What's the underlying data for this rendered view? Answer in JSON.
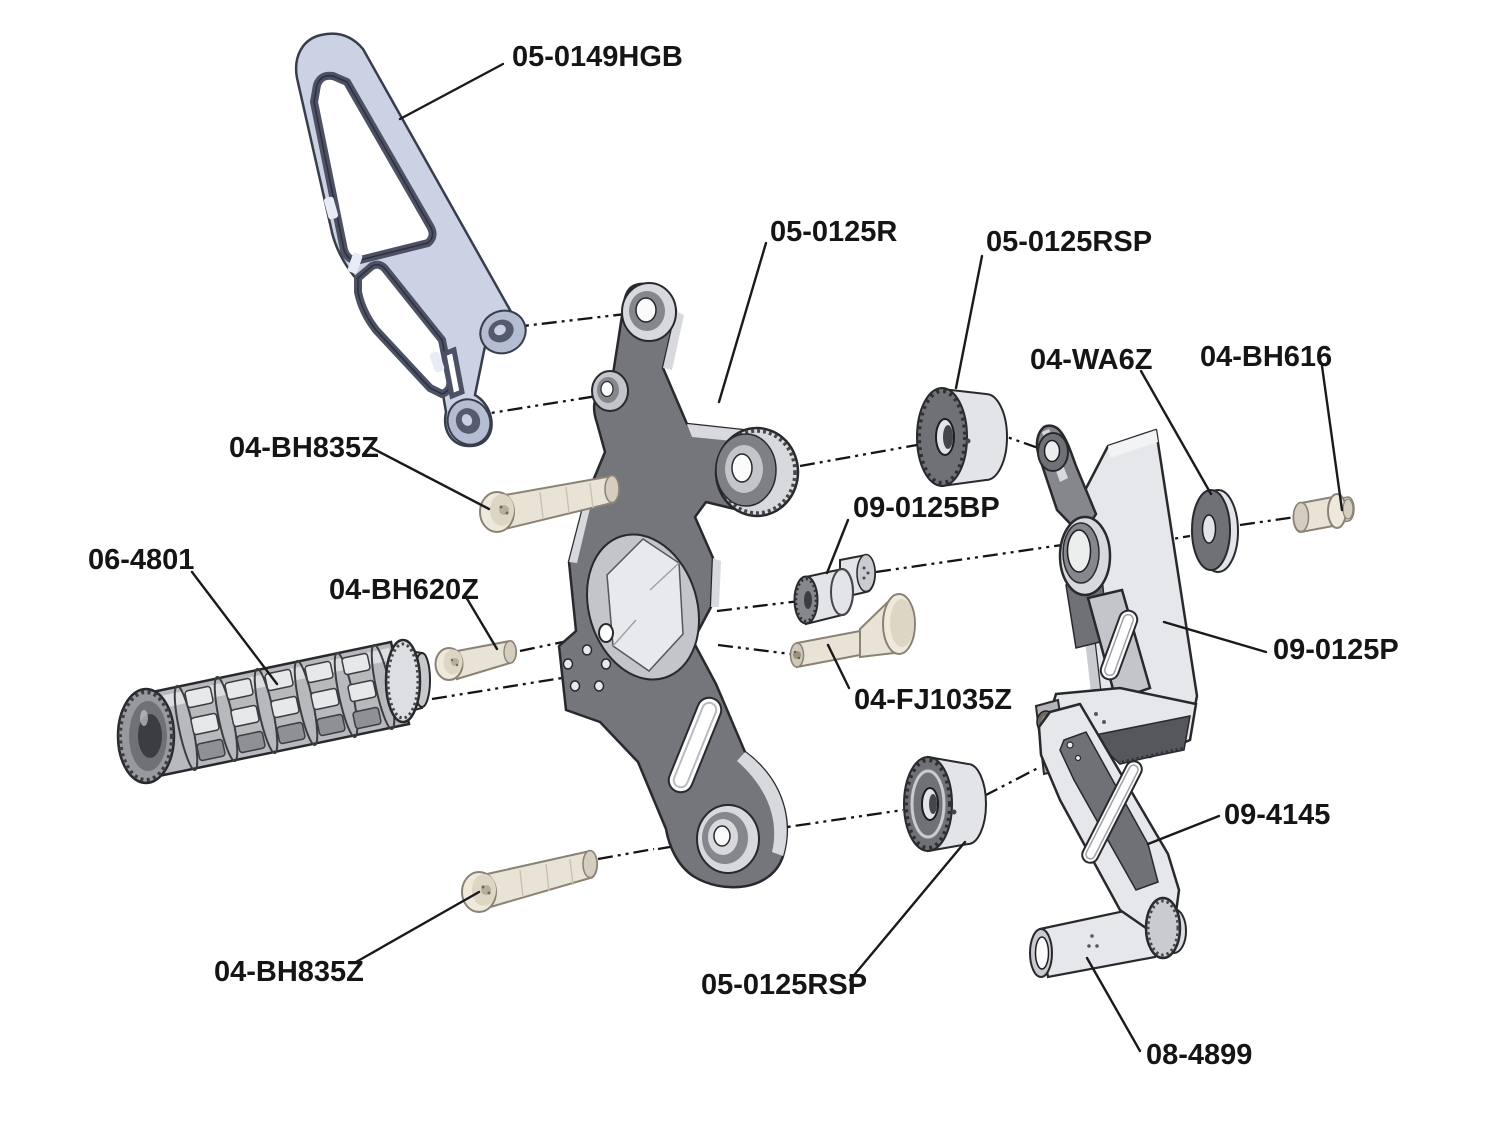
{
  "diagram": {
    "type": "exploded-assembly-diagram",
    "subject": "rearset-footpeg-assembly",
    "background": "#ffffff",
    "colors": {
      "line": "#1a1a1a",
      "metal_light": "#e6e7ea",
      "metal_dark": "#74767c",
      "aluminum_blue": "#cbd2e4",
      "fastener": "#e9e3d6"
    },
    "labels": [
      {
        "id": "heel-guard-bracket",
        "text": "05-0149HGB"
      },
      {
        "id": "main-mount-plate",
        "text": "05-0125R"
      },
      {
        "id": "spacer-top",
        "text": "05-0125RSP"
      },
      {
        "id": "washer",
        "text": "04-WA6Z"
      },
      {
        "id": "button-head-bolt-616",
        "text": "04-BH616"
      },
      {
        "id": "button-head-bolt-835-top",
        "text": "04-BH835Z"
      },
      {
        "id": "bearing-pin",
        "text": "09-0125BP"
      },
      {
        "id": "foot-peg",
        "text": "06-4801"
      },
      {
        "id": "button-head-bolt-620",
        "text": "04-BH620Z"
      },
      {
        "id": "flat-head-screw",
        "text": "04-FJ1035Z"
      },
      {
        "id": "pedal-bracket",
        "text": "09-0125P"
      },
      {
        "id": "shift-arm",
        "text": "09-4145"
      },
      {
        "id": "spacer-bottom",
        "text": "05-0125RSP"
      },
      {
        "id": "button-head-bolt-835-bottom",
        "text": "04-BH835Z"
      },
      {
        "id": "toe-peg",
        "text": "08-4899"
      }
    ]
  }
}
